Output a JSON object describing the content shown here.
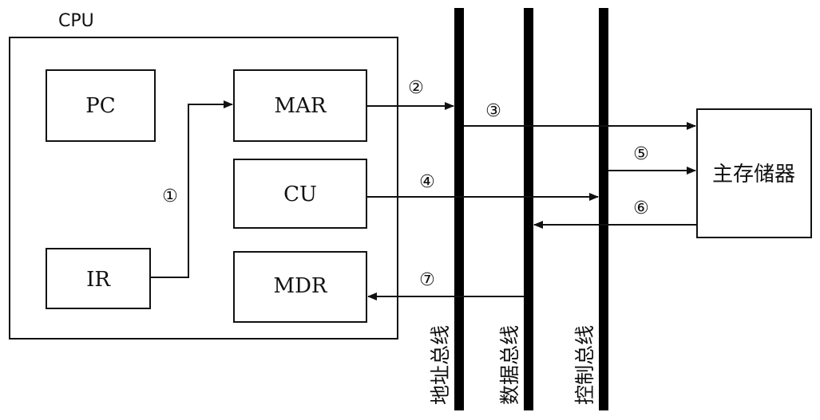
{
  "cpu": {
    "label": "CPU"
  },
  "registers": {
    "pc": "PC",
    "ir": "IR",
    "mar": "MAR",
    "cu": "CU",
    "mdr": "MDR"
  },
  "memory": {
    "label": "主存储器"
  },
  "buses": {
    "address": "地址总线",
    "data": "数据总线",
    "control": "控制总线"
  },
  "steps": {
    "s1": "①",
    "s2": "②",
    "s3": "③",
    "s4": "④",
    "s5": "⑤",
    "s6": "⑥",
    "s7": "⑦"
  }
}
